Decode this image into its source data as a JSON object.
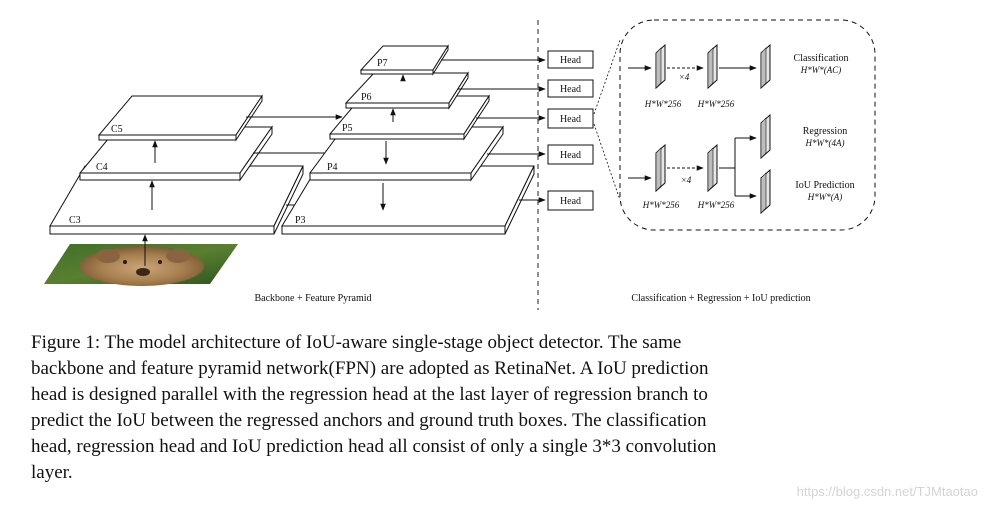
{
  "figure": {
    "backbone_levels": [
      "C3",
      "C4",
      "C5"
    ],
    "pyramid_levels": [
      "P3",
      "P4",
      "P5",
      "P6",
      "P7"
    ],
    "head_label": "Head",
    "backbone_caption": "Backbone + Feature Pyramid",
    "head_caption": "Classification + Regression + IoU prediction",
    "detail": {
      "repeat_label": "×4",
      "feature_size": "H*W*256",
      "classification_title": "Classification",
      "classification_size": "H*W*(AC)",
      "regression_title": "Regression",
      "regression_size": "H*W*(4A)",
      "iou_title": "IoU Prediction",
      "iou_size": "H*W*(A)"
    }
  },
  "caption_lines": [
    "Figure 1: The model architecture of IoU-aware single-stage object detector. The same",
    "backbone and feature pyramid network(FPN) are adopted as RetinaNet. A IoU prediction",
    "head is designed parallel with the regression head at the last layer of regression branch to",
    "predict the IoU between the regressed anchors and ground truth boxes. The classification",
    "head, regression head and IoU prediction head all consist of only a single 3*3 convolution",
    "layer."
  ],
  "watermark": "https://blog.csdn.net/TJMtaotao"
}
